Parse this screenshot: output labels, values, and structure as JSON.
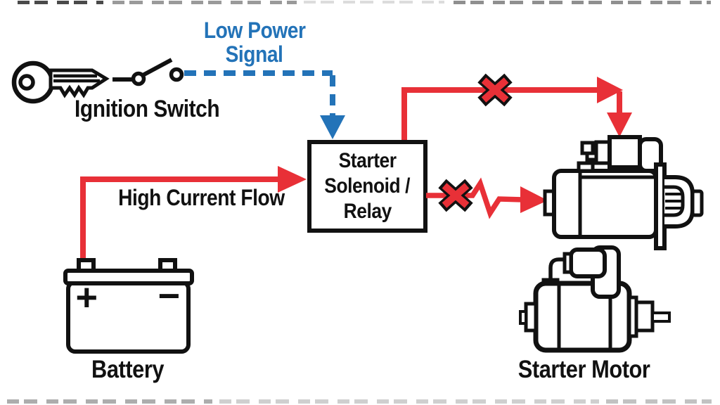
{
  "colors": {
    "power_red": "#e83037",
    "signal_blue": "#2373b8",
    "ink_black": "#111111"
  },
  "labels": {
    "ignition_switch": "Ignition Switch",
    "low_power_line1": "Low Power",
    "low_power_line2": "Signal",
    "high_current_flow": "High Current Flow",
    "battery": "Battery",
    "battery_plus": "+",
    "battery_minus": "−",
    "starter_motor": "Starter Motor"
  },
  "solenoid_box": {
    "line1": "Starter",
    "line2": "Solenoid /",
    "line3": "Relay"
  },
  "icons": {
    "key": "key-icon",
    "switch_contact": "switch-contact-icon",
    "battery": "battery-icon",
    "starter_motor_top": "starter-motor-icon",
    "starter_motor_bottom": "starter-motor-icon",
    "fault_mark": "fault-x-icon",
    "signal_arrow": "dashed-arrow-icon",
    "current_arrow": "solid-arrow-icon"
  }
}
